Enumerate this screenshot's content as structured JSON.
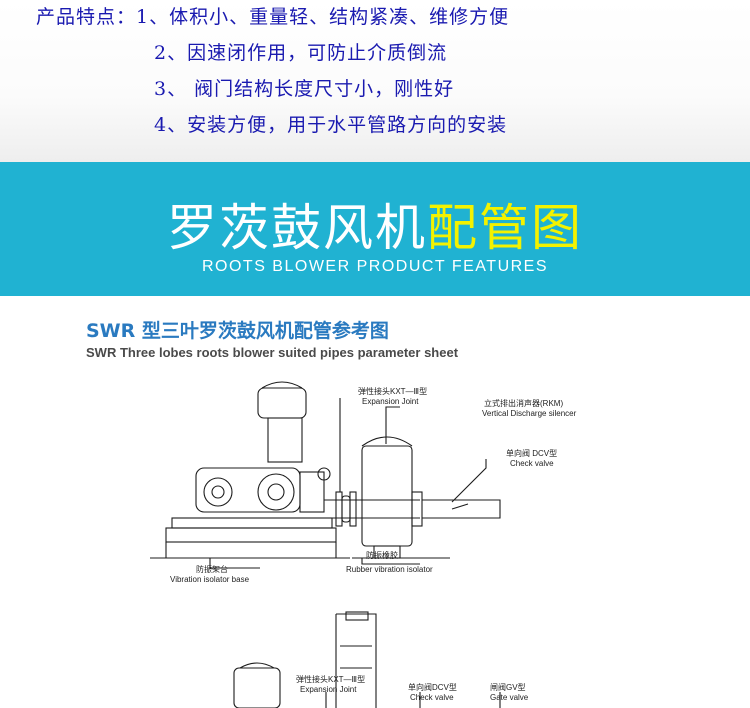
{
  "features": {
    "line1": "产品特点：1、体积小、重量轻、结构紧凑、维修方便",
    "line2": "2、因速闭作用，可防止介质倒流",
    "line3": "3、  阀门结构长度尺寸小，刚性好",
    "line4": "4、安装方便，用于水平管路方向的安装"
  },
  "banner": {
    "title_main": "罗茨鼓风机",
    "title_highlight": "配管图",
    "subtitle": "ROOTS BLOWER PRODUCT FEATURES"
  },
  "sheet": {
    "title": "SWR 型三叶罗茨鼓风机配管参考图",
    "subtitle": "SWR  Three lobes roots blower suited pipes parameter sheet",
    "labels": {
      "expansion_joint_cn": "弹性接头KXT—Ⅲ型",
      "expansion_joint_en": "Expansion Joint",
      "silencer_cn": "立式排出消声器(RKM)",
      "silencer_en": "Vertical Discharge silencer",
      "check_valve_cn": "单向阀 DCV型",
      "check_valve_en": "Check valve",
      "rubber_cn": "防振橡胶",
      "rubber_en": "Rubber vibration isolator",
      "base_cn": "防振架台",
      "base_en": "Vibration isolator base",
      "expansion_joint2_cn": "弹性接头KXT—Ⅲ型",
      "expansion_joint2_en": "Expansion Joint",
      "check_valve2_cn": "单向阀DCV型",
      "check_valve2_en": "Check valve",
      "gate_valve_cn": "闸阀GV型",
      "gate_valve_en": "Gate valve"
    }
  },
  "colors": {
    "feature_text": "#1a1ab0",
    "banner_bg": "#20b2d2",
    "banner_highlight": "#f3f200",
    "sheet_title": "#2a7ac0"
  }
}
